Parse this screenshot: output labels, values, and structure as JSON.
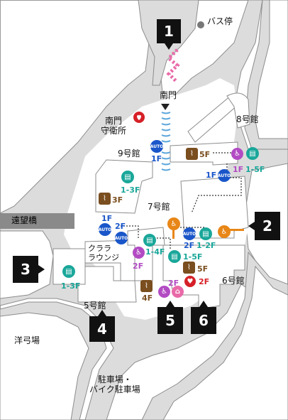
{
  "colors": {
    "road": "#dcdcdc",
    "road_stroke": "#8c8c8c",
    "building": "#ffffff",
    "building_stroke": "#8c8c8c",
    "bridge": "#8a8a8a",
    "marker": "#111111",
    "pink": "#e96aa8",
    "blue": "#5aa5dc",
    "navy": "#1a56c9",
    "teal": "#1aa79a",
    "purple": "#b24bc3",
    "brown": "#7a4e1f",
    "orange": "#e88617",
    "red": "#d62027",
    "gray_dot": "#777777"
  },
  "labels": {
    "bus_stop": "バス停",
    "south_gate": "南門",
    "south_gate_guard_line1": "南門",
    "south_gate_guard_line2": "守衛所",
    "bldg9": "9号館",
    "bldg8": "8号館",
    "bldg7": "7号館",
    "bldg6": "6号館",
    "bldg5": "5号館",
    "enbou_bridge": "遠望橋",
    "kurara_line1": "クララ",
    "kurara_line2": "ラウンジ",
    "archery": "洋弓場",
    "parking_line1": "駐車場・",
    "parking_line2": "バイク駐車場"
  },
  "markers": {
    "m1": "1",
    "m2": "2",
    "m3": "3",
    "m4": "4",
    "m5": "5",
    "m6": "6"
  },
  "floor_labels": {
    "b9_elevator": "1-3F",
    "b9_stairs": "3F",
    "b8_stairs": "5F",
    "b8_wheelchair": "1F",
    "b8_elevator": "1-5F",
    "b8_auto": "1F",
    "gate_auto": "1F",
    "kurara_auto_top": "1F",
    "kurara_auto_right": "2F",
    "b5_wheelchair": "2F",
    "b5_elevator": "1-4F",
    "b5_stairs": "4F",
    "b7_auto": "2F",
    "b7_elevator": "1-2F",
    "b6_elevator": "1-5F",
    "b6_stairs": "5F",
    "b6_aed": "2F",
    "b6_wheelchair": "2F",
    "b3_elevator": "1-3F"
  },
  "auto_text": "AUTO"
}
